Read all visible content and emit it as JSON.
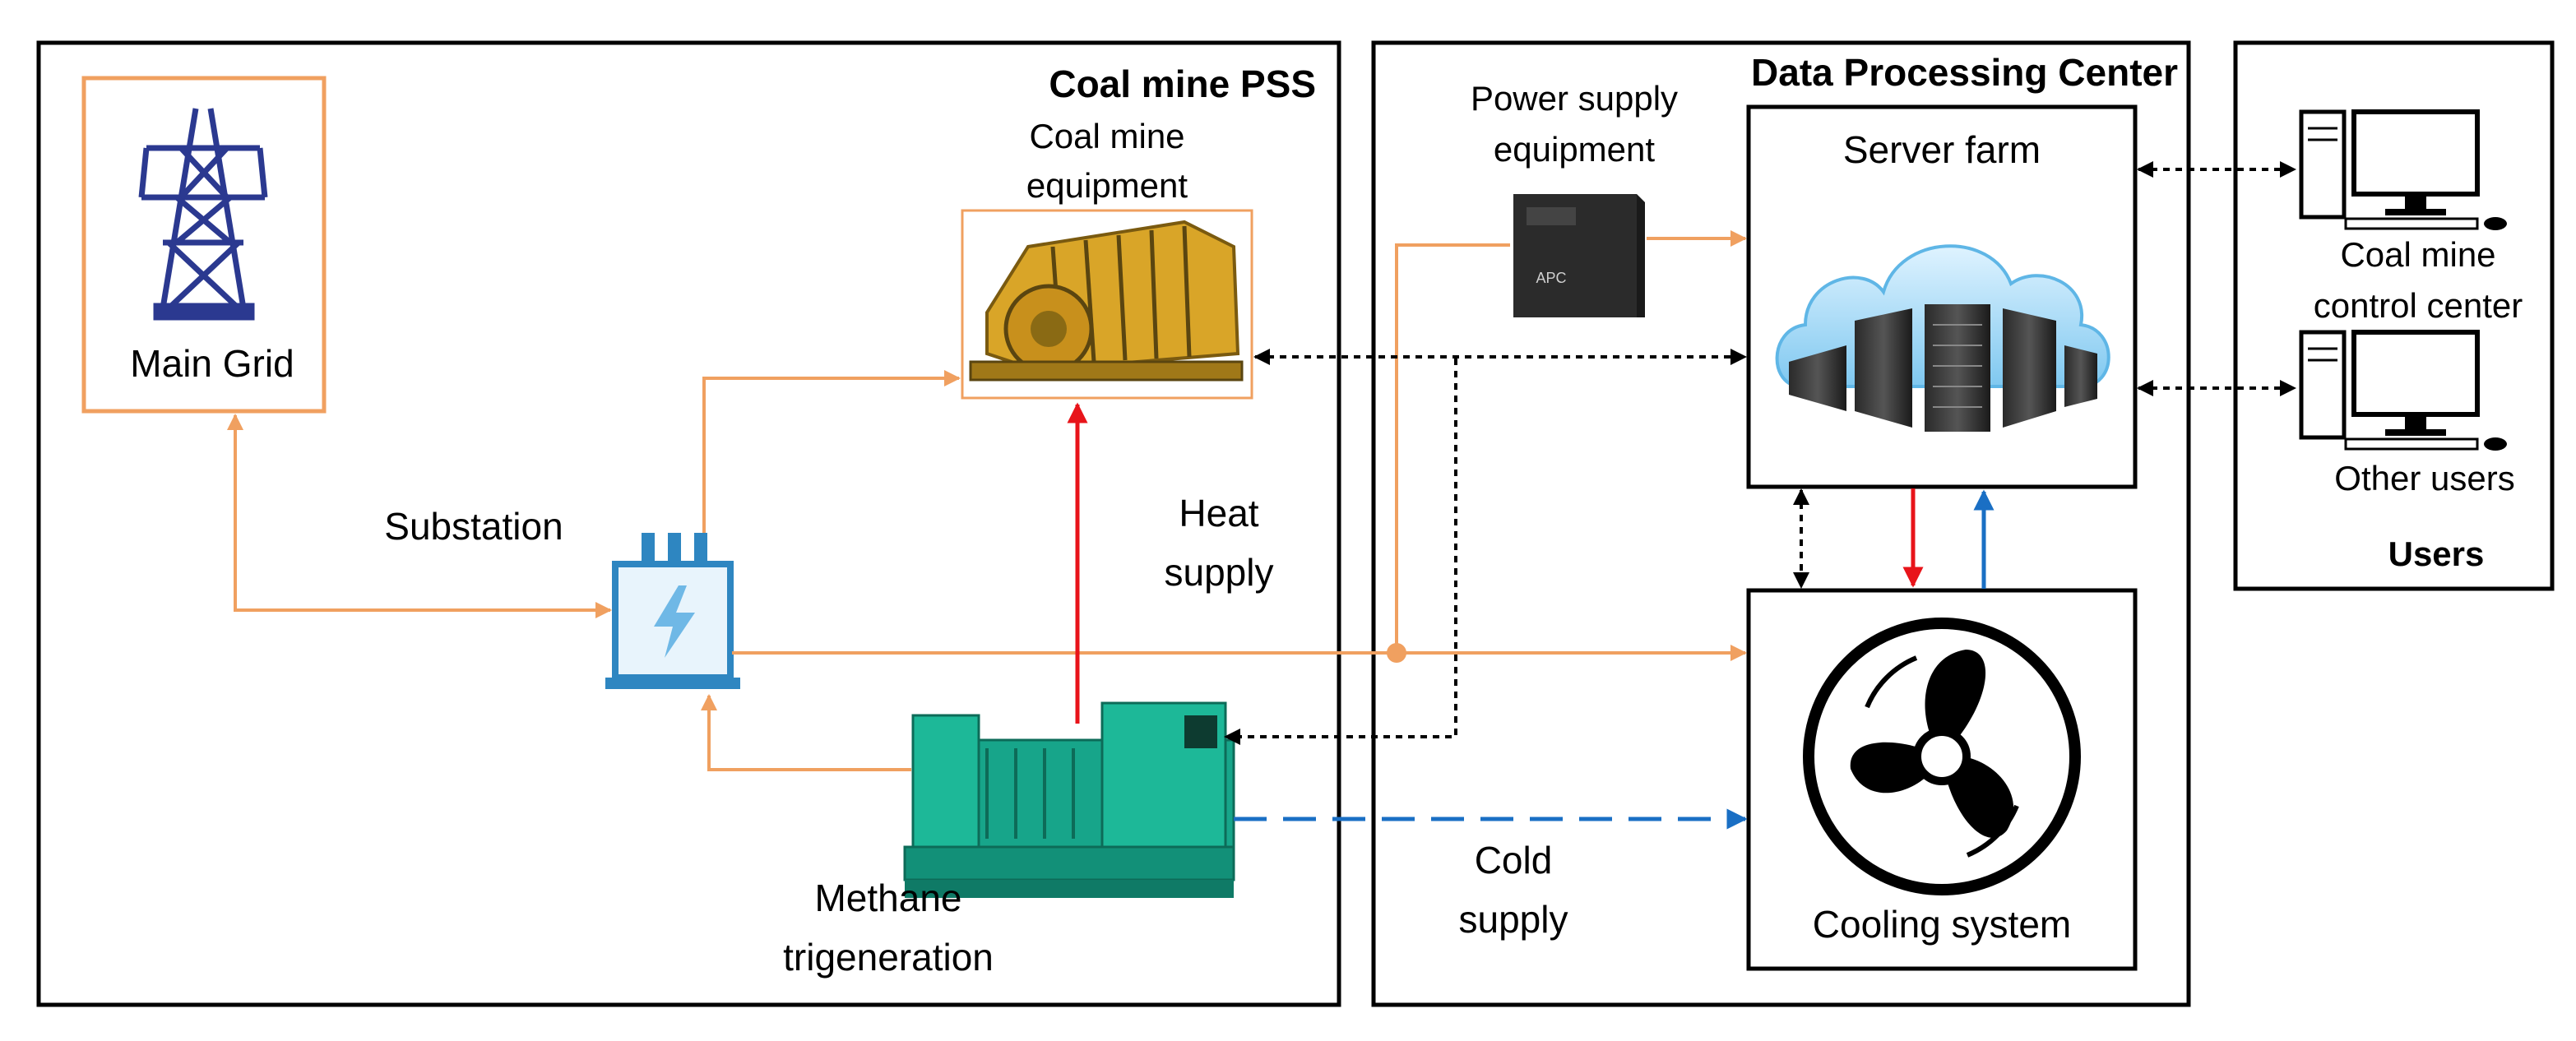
{
  "regions": {
    "coal_pss": "Coal mine PSS",
    "data_center": "Data Processing Center",
    "users": "Users"
  },
  "labels": {
    "main_grid": "Main Grid",
    "substation": "Substation",
    "coal_equipment_1": "Coal mine",
    "coal_equipment_2": "equipment",
    "power_supply_1": "Power supply",
    "power_supply_2": "equipment",
    "server_farm": "Server farm",
    "heat_supply_1": "Heat",
    "heat_supply_2": "supply",
    "methane_1": "Methane",
    "methane_2": "trigeneration",
    "cold_supply_1": "Cold",
    "cold_supply_2": "supply",
    "cooling_system": "Cooling system",
    "control_center_1": "Coal mine",
    "control_center_2": "control center",
    "other_users": "Other users",
    "ups_brand": "APC"
  },
  "colors": {
    "power_flow": "#f0a060",
    "heat_flow": "#e8141a",
    "cold_flow": "#1a6fc4",
    "data_flow": "#000000",
    "main_grid_border": "#f0a060",
    "tower": "#2b3990",
    "substation": "#2e86c1",
    "generator": "#17a58a",
    "mining_machine": "#d9a528"
  },
  "icons": [
    "transmission-tower-icon",
    "substation-transformer-icon",
    "mining-machine-icon",
    "ups-icon",
    "cloud-servers-icon",
    "fan-icon",
    "methane-generator-icon",
    "computer-icon"
  ]
}
